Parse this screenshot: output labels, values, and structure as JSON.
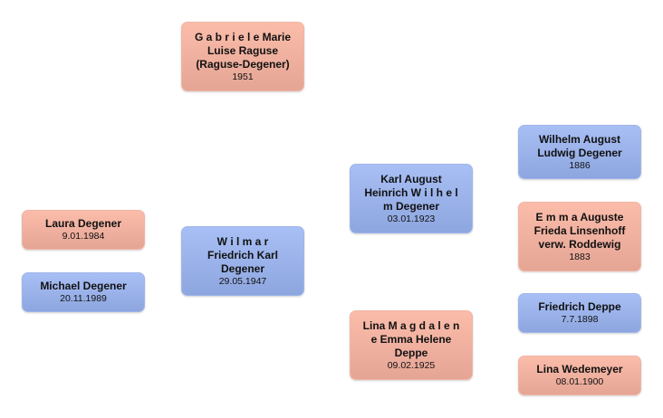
{
  "people": {
    "gabriele": {
      "name": "G a b r i e l e Marie Luise Raguse (Raguse-Degener)",
      "name_lines": [
        "G a b r i e l e Marie",
        "Luise Raguse",
        "(Raguse-Degener)"
      ],
      "date": "1951",
      "gender": "female"
    },
    "laura": {
      "name_lines": [
        "Laura Degener"
      ],
      "date": "9.01.1984",
      "gender": "female"
    },
    "michael": {
      "name_lines": [
        "Michael Degener"
      ],
      "date": "20.11.1989",
      "gender": "male"
    },
    "wilmar": {
      "name_lines": [
        "W i l m a r",
        "Friedrich Karl",
        "Degener"
      ],
      "date": "29.05.1947",
      "gender": "male"
    },
    "karl": {
      "name_lines": [
        "Karl August",
        "Heinrich W i l h e l",
        "m Degener"
      ],
      "date": "03.01.1923",
      "gender": "male"
    },
    "lina_m": {
      "name_lines": [
        "Lina M a g d a l e n",
        "e Emma Helene",
        "Deppe"
      ],
      "date": "09.02.1925",
      "gender": "female"
    },
    "wilhelm": {
      "name_lines": [
        "Wilhelm August",
        "Ludwig Degener"
      ],
      "date": "1886",
      "gender": "male"
    },
    "emma": {
      "name_lines": [
        "E m m a Auguste",
        "Frieda Linsenhoff",
        "verw. Roddewig"
      ],
      "date": "1883",
      "gender": "female"
    },
    "friedrich": {
      "name_lines": [
        "Friedrich Deppe"
      ],
      "date": "7.7.1898",
      "gender": "male"
    },
    "lina_w": {
      "name_lines": [
        "Lina Wedemeyer"
      ],
      "date": "08.01.1900",
      "gender": "female"
    }
  },
  "colors": {
    "female": "#f5b09f",
    "male": "#9db3ec"
  }
}
